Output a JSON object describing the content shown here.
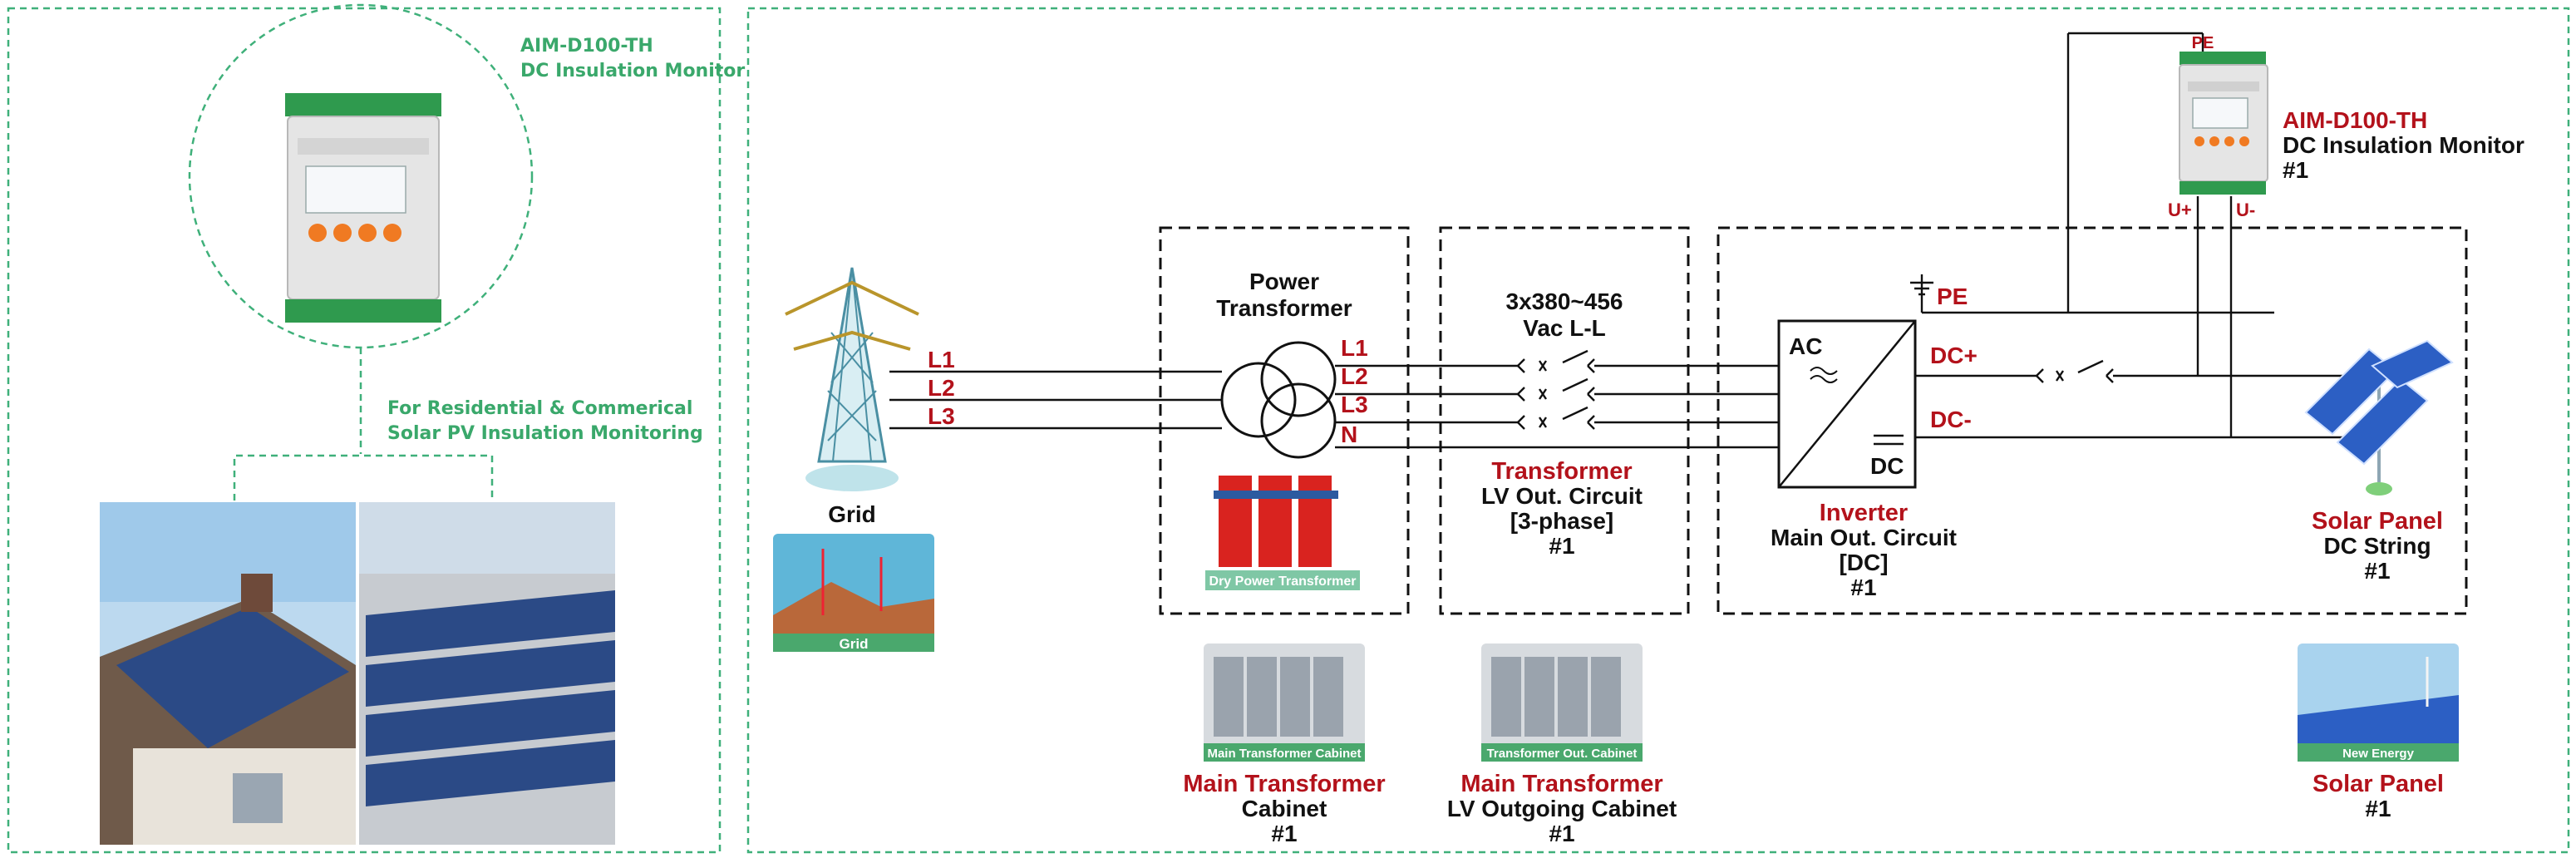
{
  "left_panel": {
    "product_title": "AIM-D100-TH",
    "product_subtitle": "DC Insulation Monitor",
    "application_line1": "For Residential & Commerical",
    "application_line2": "Solar PV Insulation Monitoring"
  },
  "grid": {
    "label": "Grid",
    "photo_caption": "Grid",
    "lines": [
      "L1",
      "L2",
      "L3"
    ]
  },
  "power_transformer": {
    "title_line1": "Power",
    "title_line2": "Transformer",
    "outputs": [
      "L1",
      "L2",
      "L3",
      "N"
    ],
    "photo_caption": "Dry Power Transformer"
  },
  "transformer_circuit": {
    "voltage_line1": "3x380~456",
    "voltage_line2": "Vac L-L",
    "name": "Transformer",
    "line1": "LV Out. Circuit",
    "line2": "[3-phase]",
    "line3": "#1"
  },
  "inverter": {
    "ac_label": "AC",
    "dc_label": "DC",
    "pe_label": "PE",
    "dc_plus": "DC+",
    "dc_minus": "DC-",
    "name": "Inverter",
    "line1": "Main Out. Circuit",
    "line2": "[DC]",
    "line3": "#1"
  },
  "monitor": {
    "pe_tag": "PE",
    "u_plus": "U+",
    "u_minus": "U-",
    "model": "AIM-D100-TH",
    "description": "DC Insulation Monitor",
    "index": "#1"
  },
  "solar_string": {
    "name": "Solar Panel",
    "line1": "DC String",
    "line2": "#1"
  },
  "bottom_items": [
    {
      "caption": "Main Transformer Cabinet",
      "name": "Main Transformer",
      "line1": "Cabinet",
      "line2": "#1"
    },
    {
      "caption": "Transformer Out. Cabinet",
      "name": "Main Transformer",
      "line1": "LV Outgoing Cabinet",
      "line2": "#1"
    },
    {
      "caption": "New Energy",
      "name": "Solar Panel",
      "line1": "#1"
    }
  ],
  "colors": {
    "accent_red": "#b3121b",
    "accent_green": "#3aa86b",
    "terminal_green": "#2f9a4e",
    "button_orange": "#f07a22",
    "device_gray": "#e3e3e3"
  }
}
